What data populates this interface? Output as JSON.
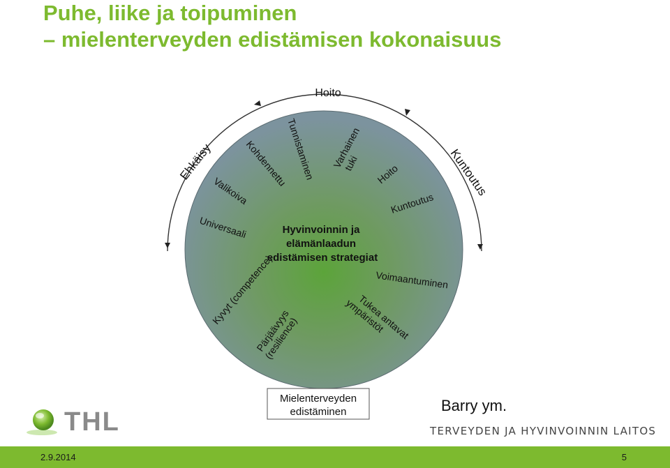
{
  "slide": {
    "title_line1": "Puhe, liike ja toipuminen",
    "title_line2": "– mielenterveyden edistämisen kokonaisuus"
  },
  "diagram": {
    "outer_top_label": "Hoito",
    "outer_left_label": "Ehkäisy",
    "outer_right_label": "Kuntoutus",
    "center_line1": "Hyvinvoinnin ja",
    "center_line2": "elämänlaadun",
    "center_line3": "edistämisen strategiat",
    "bottom_line1": "Mielenterveyden",
    "bottom_line2": "edistäminen",
    "spectrum": {
      "universaali": "Universaali",
      "valikoiva": "Valikoiva",
      "kohdennettu": "Kohdennettu",
      "tunnistaminen": "Tunnistaminen",
      "varhainen_line1": "Varhainen",
      "varhainen_line2": "tuki",
      "hoito": "Hoito",
      "kuntoutus": "Kuntoutus"
    },
    "factors": {
      "voimaantuminen": "Voimaantuminen",
      "kyvyt": "Kyvyt (competence)",
      "parjaavyys_line1": "Pärjäävyys",
      "parjaavyys_line2": "(resilience)",
      "tukea_line1": "Tukea antavat",
      "tukea_line2": "ympäristöt"
    },
    "colors": {
      "center": "#5b9f3a",
      "edge": "#7e97a2"
    }
  },
  "author": "Barry ym.",
  "logo": {
    "text": "THL"
  },
  "institute": "TERVEYDEN JA HYVINVOINNIN LAITOS",
  "footer": {
    "date": "2.9.2014",
    "page": "5"
  },
  "colors": {
    "brand_green": "#7dba2f"
  }
}
